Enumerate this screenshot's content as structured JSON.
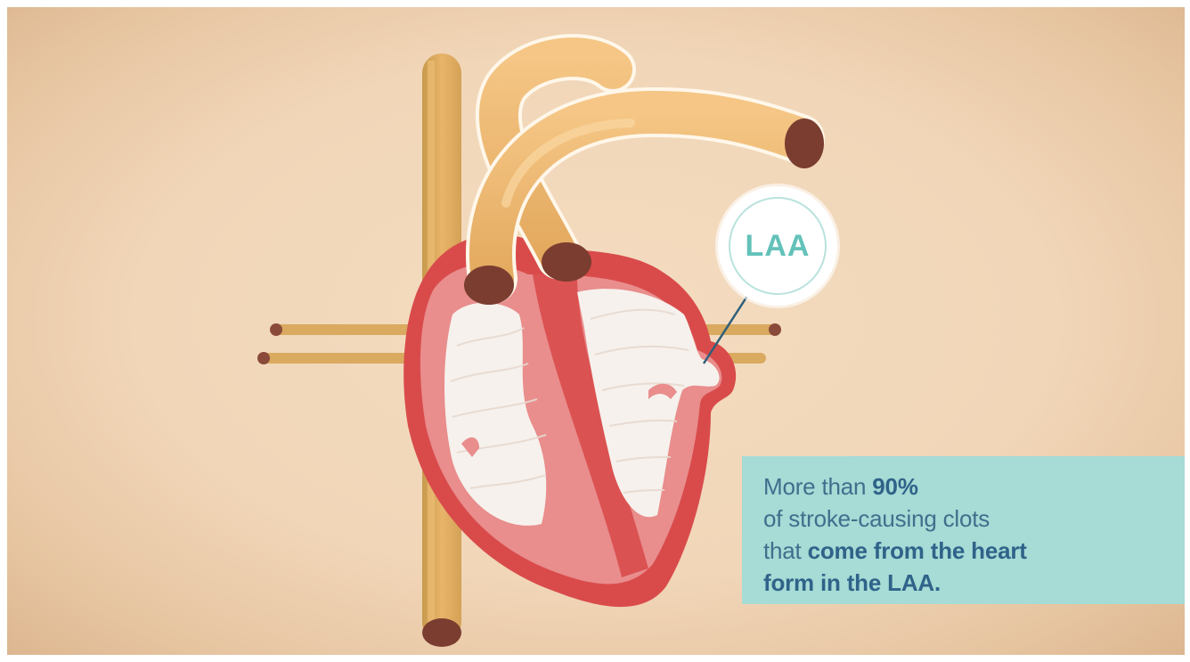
{
  "illustration": {
    "subject": "heart-cross-section",
    "colors": {
      "background": "#f1d6b8",
      "vessel": "#e8b46a",
      "vessel_dark": "#c79a4c",
      "vessel_end": "#7a3d30",
      "heart_wall": "#d94b4b",
      "heart_inner": "#e98d8d",
      "chamber": "#f6f1ec",
      "callout_bg": "#a6dbd6",
      "callout_text": "#3f6f8c",
      "badge_text": "#63c2b9",
      "pointer_line": "#2f5f7a"
    }
  },
  "badge": {
    "label": "LAA"
  },
  "callout": {
    "line1_normal": "More than ",
    "line1_bold": "90%",
    "line2": "of stroke-causing clots",
    "line3_normal": "that ",
    "line3_bold": "come from the heart",
    "line4_bold": "form in the LAA."
  }
}
